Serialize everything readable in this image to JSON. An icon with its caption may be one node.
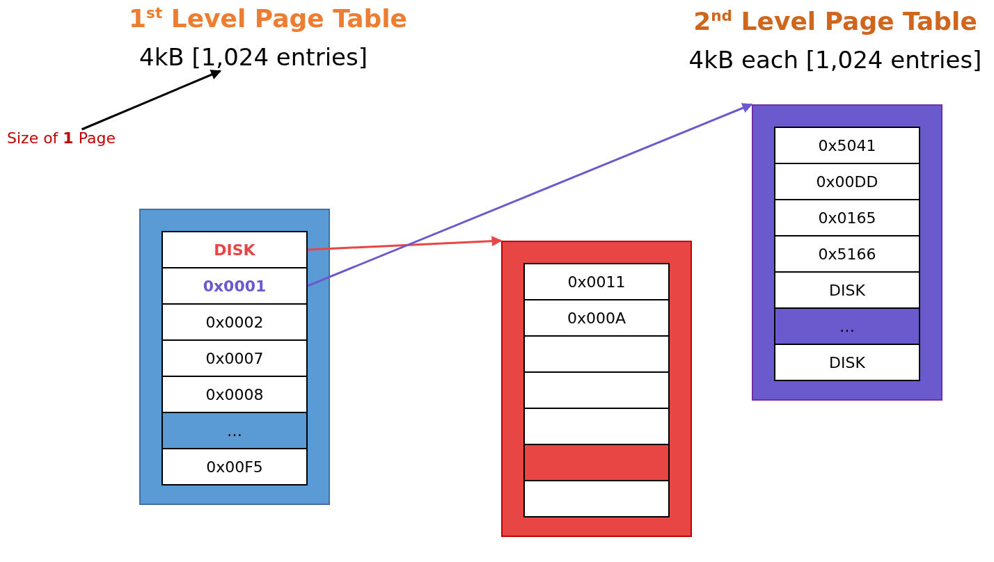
{
  "diagram": {
    "nodes": [
      {
        "text": [
          "Size of **1** Page"
        ]
      },
      {
        "text": [
          "4kB [1,024 entries]"
        ]
      },
      {
        "text": [],
        "shape": "box"
      },
      {
        "text": [
          "DISK"
        ],
        "in": 2
      },
      {
        "text": [
          "0x0001"
        ],
        "in": 2
      },
      {
        "text": [
          "0x0002"
        ],
        "in": 2
      },
      {
        "text": [
          "0x0007"
        ],
        "in": 2
      },
      {
        "text": [
          "0x0008"
        ],
        "in": 2
      },
      {
        "text": [
          "…"
        ],
        "in": 2
      },
      {
        "text": [
          "0x00F5"
        ],
        "in": 2
      },
      {
        "text": [],
        "shape": "box"
      },
      {
        "text": [
          "0x0011"
        ],
        "in": 10
      },
      {
        "text": [
          "0x000A"
        ],
        "in": 10
      },
      {
        "text": [],
        "shape": "box",
        "in": 10
      },
      {
        "text": [],
        "shape": "box",
        "in": 10
      },
      {
        "text": [],
        "shape": "box",
        "in": 10
      },
      {
        "text": [],
        "shape": "box",
        "in": 10
      },
      {
        "text": [],
        "shape": "box",
        "in": 10
      },
      {
        "text": [],
        "shape": "box"
      },
      {
        "text": [
          "0x5041"
        ],
        "in": 18
      },
      {
        "text": [
          "0x00DD"
        ],
        "in": 18
      },
      {
        "text": [
          "0x0165"
        ],
        "in": 18
      },
      {
        "text": [
          "0x5166"
        ],
        "in": 18
      },
      {
        "text": [
          "DISK"
        ],
        "in": 18
      },
      {
        "text": [
          "…"
        ],
        "in": 18
      },
      {
        "text": [
          "DISK"
        ],
        "in": 18
      }
    ],
    "edges": [
      {
        "from": 0,
        "to": 1,
        "arrow": "to"
      },
      {
        "from": 3,
        "to": 10,
        "arrow": "to",
        "color": "#e84545"
      },
      {
        "from": 4,
        "to": 18,
        "arrow": "to",
        "color": "#6a5acd"
      }
    ],
    "labels": [
      "1$^{st}$ Level Page Table",
      "2$^{nd}$ Level Page Table",
      "4kB each [1,024 entries]"
    ]
  }
}
